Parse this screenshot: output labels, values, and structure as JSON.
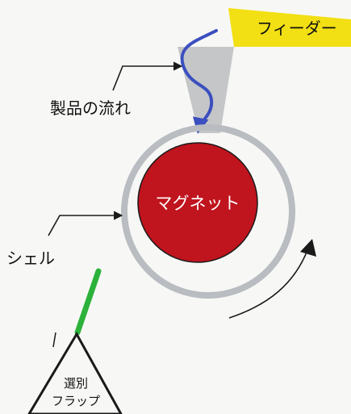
{
  "labels": {
    "feeder": "フィーダー",
    "product_flow": "製品の流れ",
    "magnet": "マグネット",
    "shell": "シェル",
    "flap_line1": "選別",
    "flap_line2": "フラップ"
  },
  "colors": {
    "feeder": "#f2df14",
    "chute": "#c4c6c8",
    "shell": "#b9bcc0",
    "magnet": "#c0141e",
    "flow": "#3b4fbf",
    "flap_tip": "#2cb23a",
    "line": "#1a1a1a"
  }
}
